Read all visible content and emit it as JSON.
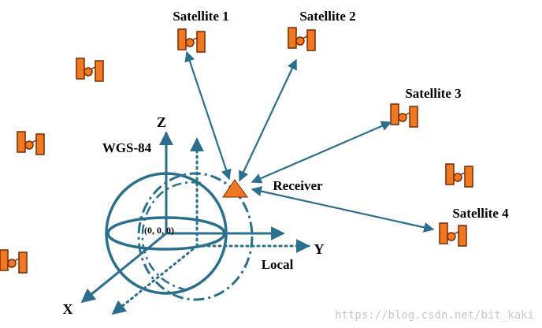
{
  "labels": {
    "sat1": "Satellite 1",
    "sat2": "Satellite 2",
    "sat3": "Satellite 3",
    "sat4": "Satellite 4",
    "frame": "WGS-84",
    "receiver": "Receiver",
    "origin": "(0, 0, 0)",
    "local": "Local",
    "axis_z": "Z",
    "axis_y": "Y",
    "axis_x": "X"
  },
  "watermark": "https://blog.csdn.net/bit_kaki",
  "colors": {
    "axis": "#2a6f8e",
    "satellite_orange": "#f07820",
    "satellite_outline": "#7a2a00",
    "receiver_orange": "#f07820",
    "text": "#000000",
    "watermark": "#c8c8c8"
  },
  "icons": {
    "satellite": "satellite-icon",
    "receiver": "receiver-triangle-icon"
  }
}
